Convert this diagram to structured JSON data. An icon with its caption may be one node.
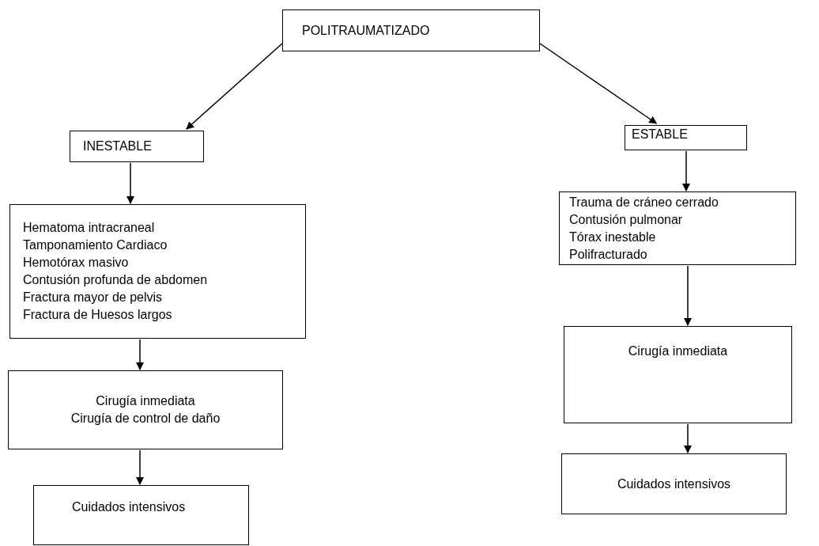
{
  "diagram": {
    "nodes": [
      {
        "text": [
          "POLITRAUMATIZADO"
        ]
      },
      {
        "text": [
          "INESTABLE"
        ]
      },
      {
        "text": [
          "ESTABLE"
        ]
      },
      {
        "text": [
          "Hematoma intracraneal",
          "Tamponamiento Cardiaco",
          "Hemotórax masivo",
          "Contusión profunda de abdomen",
          "Fractura mayor de pelvis",
          "Fractura de Huesos largos"
        ]
      },
      {
        "text": [
          "Cirugía inmediata",
          "Cirugía de control de daño"
        ]
      },
      {
        "text": [
          "Cuidados intensivos"
        ]
      },
      {
        "text": [
          "Trauma de cráneo cerrado",
          "Contusión pulmonar",
          "Tórax inestable",
          "Polifracturado"
        ]
      },
      {
        "text": [
          "Cirugía inmediata"
        ]
      },
      {
        "text": [
          "Cuidados intensivos"
        ]
      }
    ],
    "edges": [
      {
        "from": 0,
        "to": 1,
        "arrow": "to"
      },
      {
        "from": 0,
        "to": 2,
        "arrow": "to"
      },
      {
        "from": 1,
        "to": 3,
        "arrow": "to"
      },
      {
        "from": 2,
        "to": 6,
        "arrow": "to"
      },
      {
        "from": 3,
        "to": 4,
        "arrow": "to"
      },
      {
        "from": 4,
        "to": 5,
        "arrow": "to"
      },
      {
        "from": 6,
        "to": 7,
        "arrow": "to"
      },
      {
        "from": 7,
        "to": 8,
        "arrow": "to"
      }
    ]
  }
}
